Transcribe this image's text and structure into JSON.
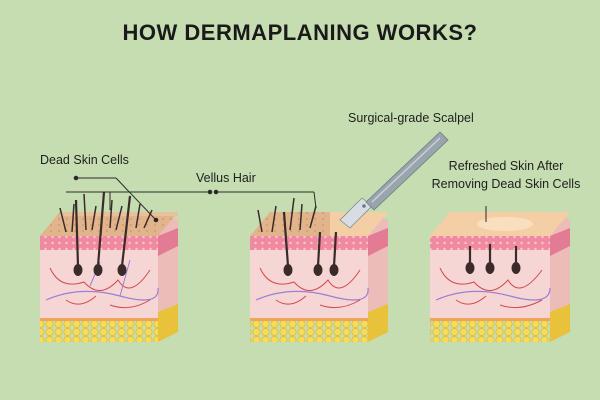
{
  "title": "HOW DERMAPLANING WORKS?",
  "labels": {
    "dead_skin_cells": "Dead Skin Cells",
    "vellus_hair": "Vellus Hair",
    "scalpel": "Surgical-grade Scalpel",
    "refreshed_line1": "Refreshed Skin After",
    "refreshed_line2": "Removing Dead Skin Cells"
  },
  "colors": {
    "background": "#c5ddb0",
    "dead_skin_top": "#e2b48b",
    "clean_skin_top": "#f4cfa5",
    "epidermis": "#f08aa1",
    "dermis": "#f6d6d4",
    "fat": "#f5d54a",
    "hair": "#3a2a2a",
    "scalpel": "#9aa4ad"
  }
}
